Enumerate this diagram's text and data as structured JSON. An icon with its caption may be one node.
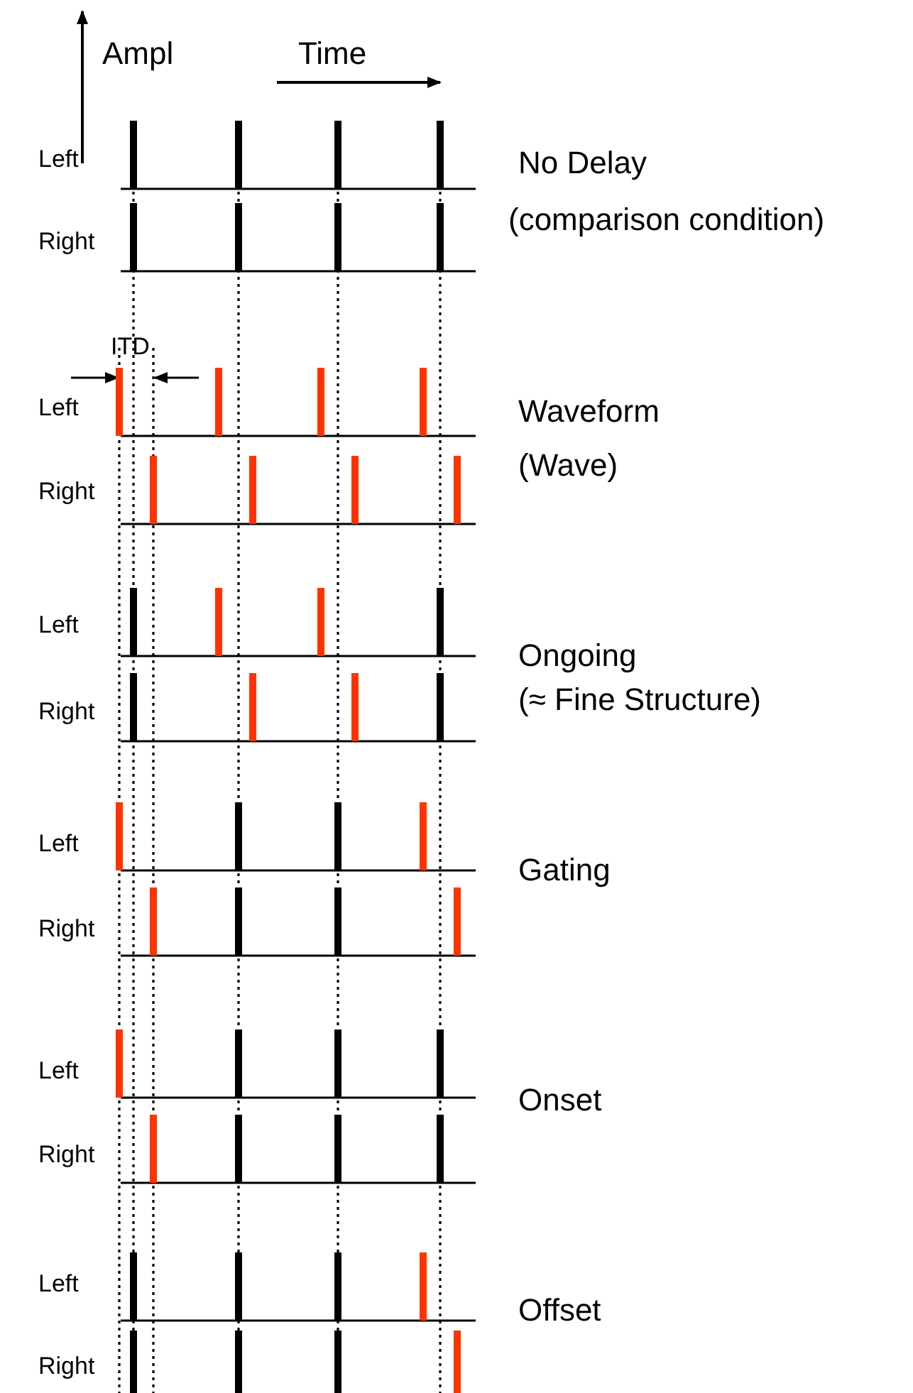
{
  "diagram": {
    "labels": [
      "Ampl",
      "Time",
      "Left",
      "Right",
      "No Delay",
      "(comparison condition)",
      "ITD",
      "Left",
      "Right",
      "Waveform",
      "(Wave)",
      "Left",
      "Right",
      "Ongoing",
      "(≈ Fine Structure)",
      "Left",
      "Right",
      "Gating",
      "Left",
      "Right",
      "Onset",
      "Left",
      "Right",
      "Offset"
    ]
  }
}
